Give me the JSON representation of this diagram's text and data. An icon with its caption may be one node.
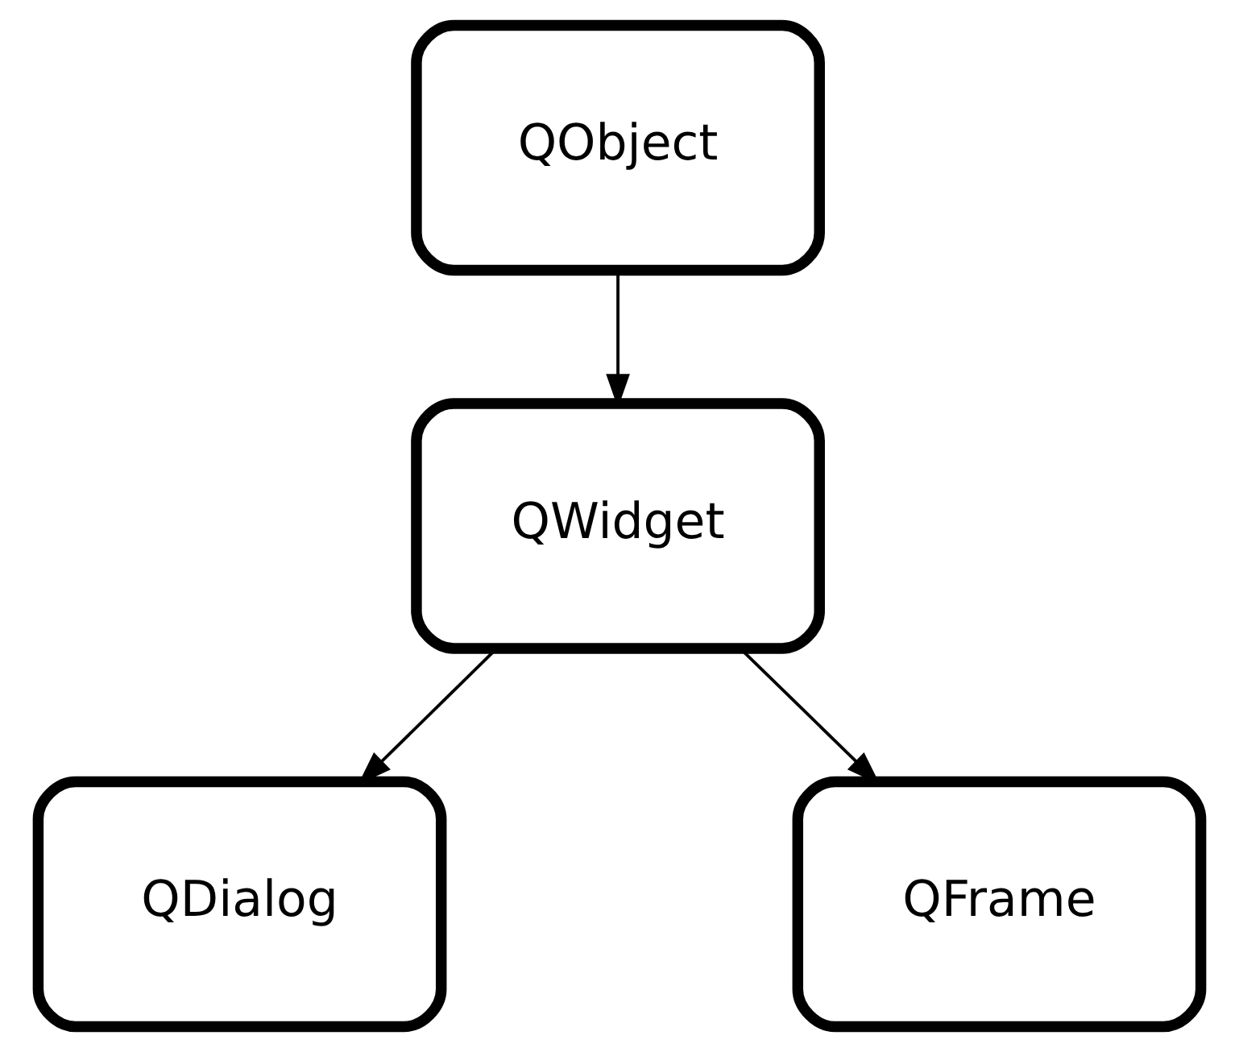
{
  "diagram": {
    "nodes": [
      {
        "text": [
          "QObject"
        ]
      },
      {
        "text": [
          "QWidget"
        ]
      },
      {
        "text": [
          "QDialog"
        ]
      },
      {
        "text": [
          "QFrame"
        ]
      }
    ],
    "edges": [
      {
        "from": 0,
        "to": 1,
        "arrow": "to"
      },
      {
        "from": 1,
        "to": 2,
        "arrow": "to"
      },
      {
        "from": 1,
        "to": 3,
        "arrow": "to"
      }
    ]
  }
}
